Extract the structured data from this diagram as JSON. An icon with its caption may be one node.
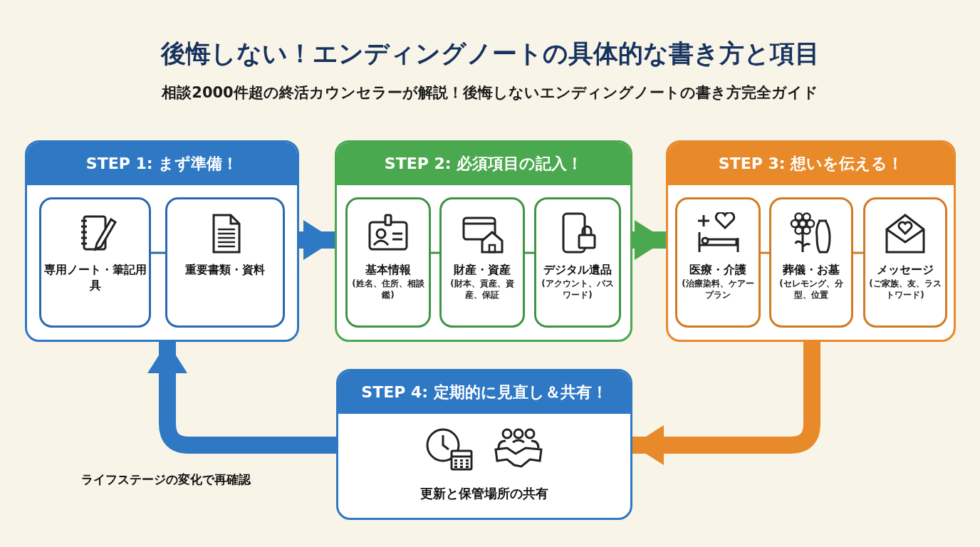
{
  "diagram": {
    "title": "後悔しない！エンディングノートの具体的な書き方と項目",
    "caption": "相談2000件超の終活カウンセラーが解説！後悔しないエンディングノートの書き方完全ガイド",
    "nodes": [
      {
        "text": [
          "STEP 1: まず準備！"
        ]
      },
      {
        "text": [
          "専用ノート・筆記用具"
        ],
        "in": 0
      },
      {
        "text": [
          "重要書類・資料"
        ],
        "in": 0
      },
      {
        "text": [
          "STEP 2: 必須項目の記入！"
        ]
      },
      {
        "text": [
          "基本情報",
          "(姓名、住所、相談鑑)"
        ],
        "in": 3
      },
      {
        "text": [
          "財産・資産",
          "(財本、貢産、資産、保証"
        ],
        "in": 3
      },
      {
        "text": [
          "デジタル遺品",
          "(アクウント、パスワード)"
        ],
        "in": 3
      },
      {
        "text": [
          "STEP 3: 想いを伝える！"
        ]
      },
      {
        "text": [
          "医療・介護",
          "(治療染料、ケアープラン"
        ],
        "in": 7
      },
      {
        "text": [
          "葬儀・お墓",
          "(セレモング、分型、位置"
        ],
        "in": 7
      },
      {
        "text": [
          "メッセージ",
          "(ご家族、友、ラストワード)"
        ],
        "in": 7
      },
      {
        "text": [
          "STEP 4: 定期的に見直し＆共有！",
          "更新と保管場所の共有"
        ]
      }
    ],
    "edges": [
      {
        "from": 0,
        "to": 3,
        "arrow": "to",
        "style": "thick",
        "color": "#2f78c4"
      },
      {
        "from": 3,
        "to": 7,
        "arrow": "to",
        "style": "thick",
        "color": "#4aa84e"
      },
      {
        "from": 7,
        "to": 11,
        "arrow": "to",
        "style": "thick",
        "color": "#e8892a"
      },
      {
        "from": 11,
        "to": 0,
        "arrow": "to",
        "label": "ライフステージの変化で再確認",
        "style": "thick",
        "color": "#2f78c4"
      },
      {
        "from": 1,
        "to": 2,
        "arrow": "none",
        "color": "#2a6aac"
      },
      {
        "from": 4,
        "to": 5,
        "arrow": "none",
        "color": "#3f9444"
      },
      {
        "from": 5,
        "to": 6,
        "arrow": "none",
        "color": "#3f9444"
      },
      {
        "from": 8,
        "to": 9,
        "arrow": "none",
        "color": "#d27a22"
      },
      {
        "from": 9,
        "to": 10,
        "arrow": "none",
        "color": "#d27a22"
      }
    ]
  }
}
